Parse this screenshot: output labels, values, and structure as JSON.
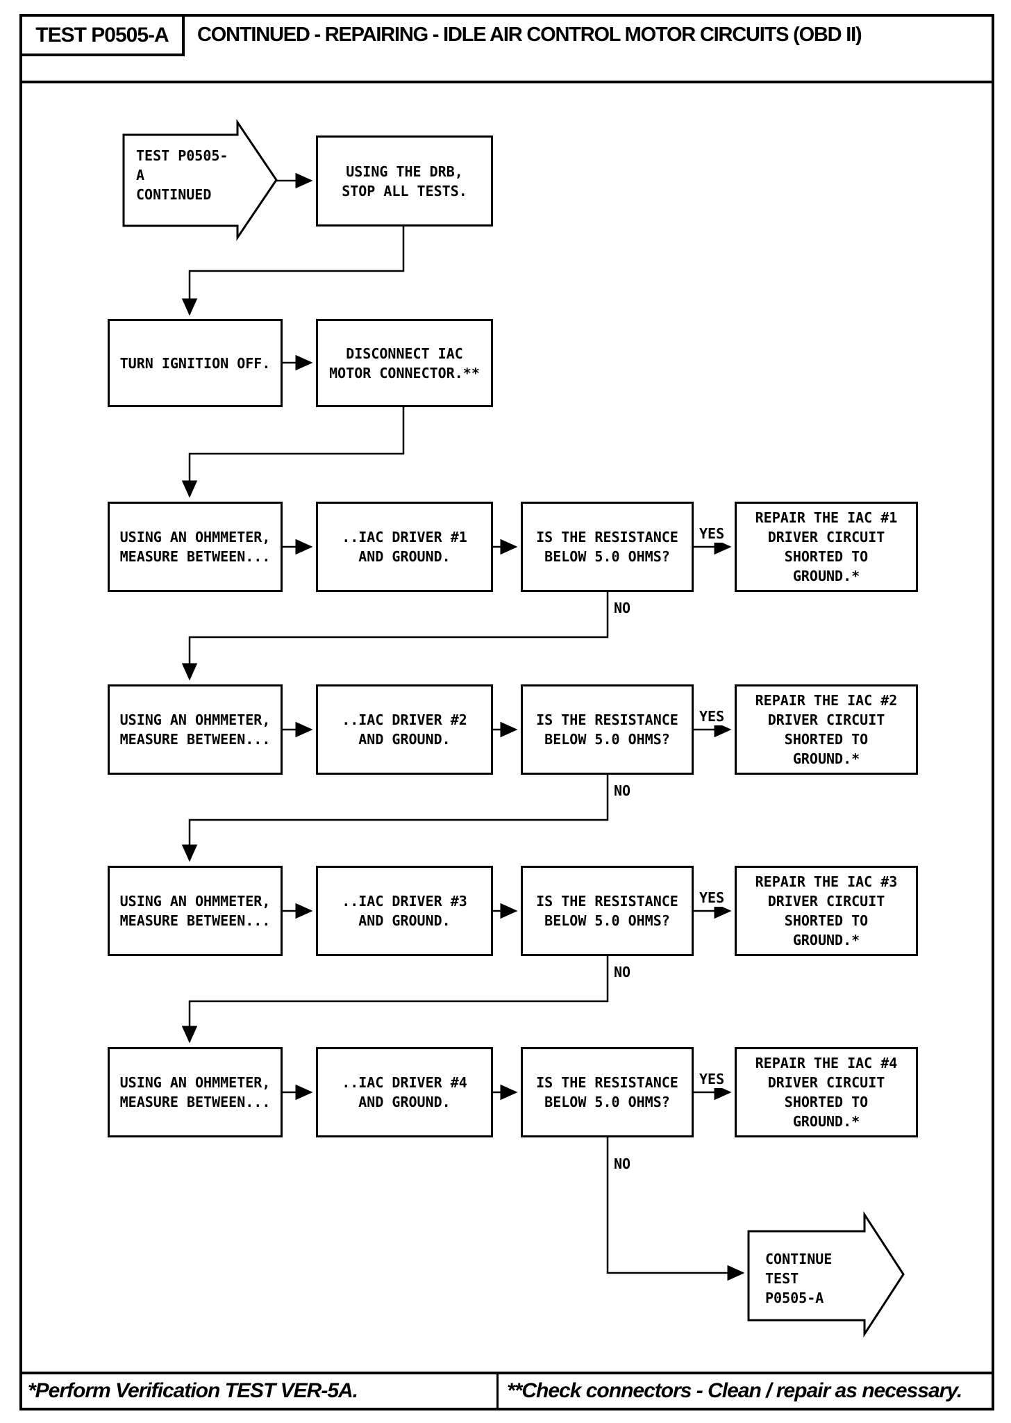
{
  "header": {
    "test_id": "TEST P0505-A",
    "title": "CONTINUED - REPAIRING - IDLE AIR CONTROL MOTOR CIRCUITS (OBD II)"
  },
  "start": {
    "text": "TEST P0505-A\nCONTINUED"
  },
  "steps": {
    "stop_tests": "USING THE DRB,\nSTOP ALL TESTS.",
    "ignition_off": "TURN IGNITION OFF.",
    "disconnect": "DISCONNECT IAC\nMOTOR CONNECTOR.**"
  },
  "rows": [
    {
      "measure": "USING AN OHMMETER,\nMEASURE BETWEEN...",
      "target": "..IAC DRIVER #1\nAND GROUND.",
      "decision": "IS THE RESISTANCE\nBELOW 5.0 OHMS?",
      "yes": "YES",
      "no": "NO",
      "repair": "REPAIR THE IAC #1\nDRIVER CIRCUIT\nSHORTED TO\nGROUND.*"
    },
    {
      "measure": "USING AN OHMMETER,\nMEASURE BETWEEN...",
      "target": "..IAC DRIVER #2\nAND GROUND.",
      "decision": "IS THE RESISTANCE\nBELOW 5.0 OHMS?",
      "yes": "YES",
      "no": "NO",
      "repair": "REPAIR THE IAC #2\nDRIVER CIRCUIT\nSHORTED TO\nGROUND.*"
    },
    {
      "measure": "USING AN OHMMETER,\nMEASURE BETWEEN...",
      "target": "..IAC DRIVER #3\nAND GROUND.",
      "decision": "IS THE RESISTANCE\nBELOW 5.0 OHMS?",
      "yes": "YES",
      "no": "NO",
      "repair": "REPAIR THE IAC #3\nDRIVER CIRCUIT\nSHORTED TO\nGROUND.*"
    },
    {
      "measure": "USING AN OHMMETER,\nMEASURE BETWEEN...",
      "target": "..IAC DRIVER #4\nAND GROUND.",
      "decision": "IS THE RESISTANCE\nBELOW 5.0 OHMS?",
      "yes": "YES",
      "no": "NO",
      "repair": "REPAIR THE IAC #4\nDRIVER CIRCUIT\nSHORTED TO\nGROUND.*"
    }
  ],
  "end": {
    "text": "CONTINUE TEST\nP0505-A"
  },
  "footer": {
    "left": "*Perform Verification TEST VER-5A.",
    "right": "**Check connectors - Clean / repair as necessary."
  },
  "colors": {
    "ink": "#000000",
    "paper": "#ffffff"
  }
}
